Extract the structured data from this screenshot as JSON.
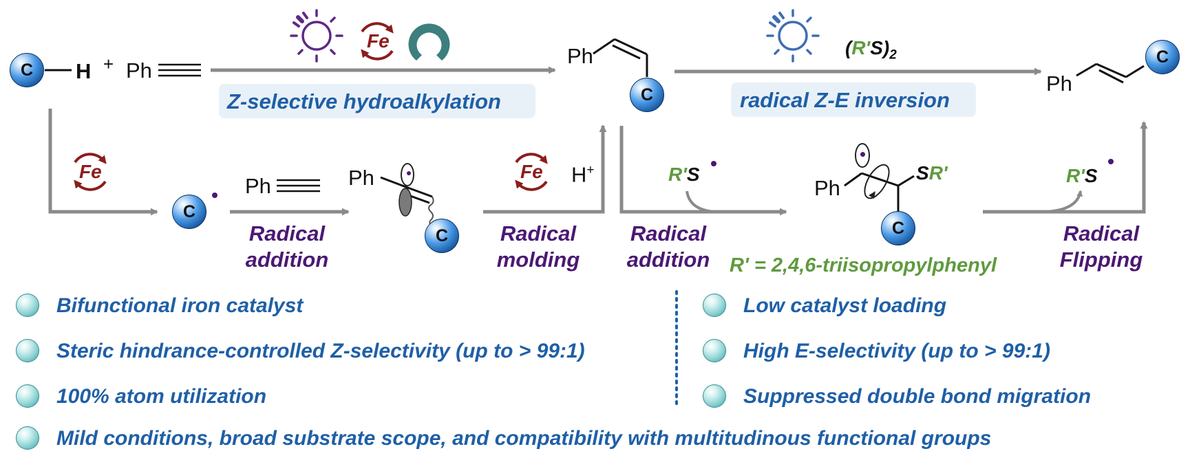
{
  "reactants": {
    "c_letter": "C",
    "h_letter": "H",
    "plus": "+",
    "ph": "Ph"
  },
  "top_route": {
    "catalyst_fe": "Fe",
    "ligand": "L",
    "title": "Z-selective hydroalkylation"
  },
  "z_product": {
    "ph": "Ph",
    "c_letter": "C"
  },
  "inversion": {
    "reagent_open": "(",
    "reagent_r": "R'",
    "reagent_s": "S)",
    "reagent_sub": "2",
    "title": "radical Z-E inversion"
  },
  "e_product": {
    "ph": "Ph",
    "c_letter": "C"
  },
  "mechanism_left": {
    "fe": "Fe",
    "radical_c": "C",
    "alkyne_ph": "Ph",
    "step1": [
      "Radical",
      "addition"
    ],
    "intermediate_ph": "Ph",
    "intermediate_c": "C",
    "fe2": "Fe",
    "proton": "H",
    "proton_charge": "+",
    "step2": [
      "Radical",
      "molding"
    ]
  },
  "mechanism_right": {
    "radical_r": "R'",
    "radical_s": "S",
    "step3": [
      "Radical",
      "addition"
    ],
    "intermediate_ph": "Ph",
    "intermediate_s": "S",
    "intermediate_r": "R'",
    "intermediate_c": "C",
    "r_definition": "R' = 2,4,6-triisopropylphenyl",
    "released_r": "R'",
    "released_s": "S",
    "step4": [
      "Radical",
      "Flipping"
    ]
  },
  "features_left": [
    "Bifunctional iron catalyst",
    "Steric hindrance-controlled Z-selectivity (up to > 99:1)",
    "100% atom utilization"
  ],
  "features_right": [
    "Low catalyst loading",
    "High E-selectivity (up to > 99:1)",
    "Suppressed double bond migration"
  ],
  "feature_bottom": "Mild conditions, broad substrate scope, and compatibility with multitudinous functional groups",
  "colors": {
    "blue_text": "#1f5fa6",
    "purple": "#4b1873",
    "fe_red": "#8c1d1d",
    "green": "#5f9a3f",
    "ligand_teal": "#3d7e7e",
    "arrow_gray": "#8a8a8a"
  }
}
